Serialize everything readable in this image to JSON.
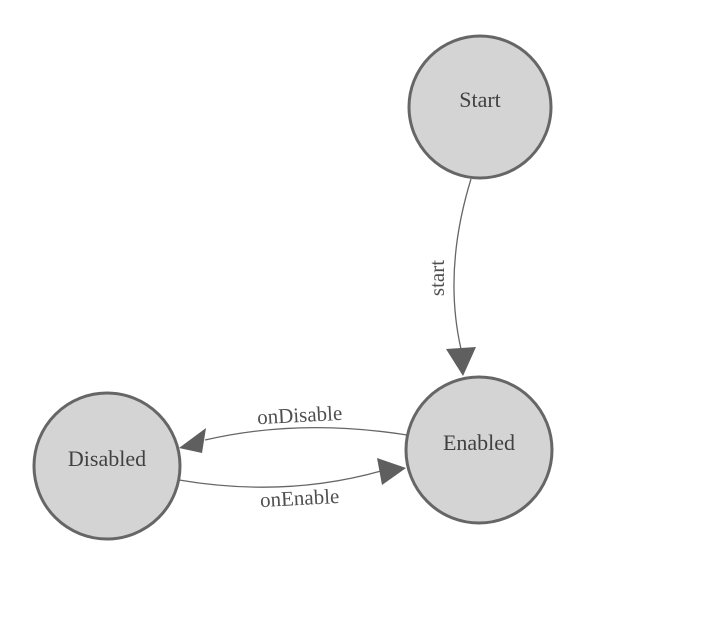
{
  "diagram": {
    "type": "state-machine",
    "states": [
      {
        "id": "start",
        "label": "Start"
      },
      {
        "id": "enabled",
        "label": "Enabled"
      },
      {
        "id": "disabled",
        "label": "Disabled"
      }
    ],
    "transitions": [
      {
        "from": "Start",
        "to": "Enabled",
        "label": "start"
      },
      {
        "from": "Enabled",
        "to": "Disabled",
        "label": "onDisable"
      },
      {
        "from": "Disabled",
        "to": "Enabled",
        "label": "onEnable"
      }
    ]
  },
  "colors": {
    "background": "#ffffff",
    "node_fill": "#d4d4d4",
    "node_stroke": "#666666",
    "edge_stroke": "#666666",
    "arrow_fill": "#5f5f5f",
    "node_text": "#414141",
    "edge_text": "#4f4f4f"
  }
}
